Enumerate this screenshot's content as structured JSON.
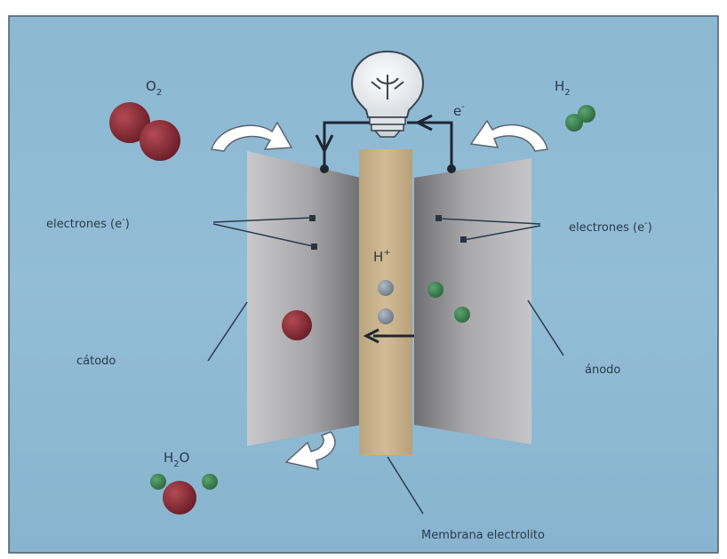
{
  "labels": {
    "o2_main": "O",
    "o2_sub": "2",
    "h2_main": "H",
    "h2_sub": "2",
    "electron_wire": "e",
    "electron_wire_sup": "-",
    "electrones_left": "electrones (e",
    "electrones_left_sup": "-",
    "electrones_left_close": ")",
    "electrones_right": "electrones (e",
    "electrones_right_sup": "-",
    "electrones_right_close": ")",
    "proton_main": "H",
    "proton_sup": "+",
    "catodo": "cátodo",
    "anodo": "ánodo",
    "water_main": "H",
    "water_sub": "2",
    "water_end": "O",
    "membrana": "Membrana electrolito"
  },
  "colors": {
    "background": "#8fb9d3",
    "electrode": "#a3a3a5",
    "membrane": "#cbb48d",
    "oxygen": "#8a2b34",
    "hydrogen": "#3f8a55",
    "proton": "#8a96a3",
    "wire": "#1e2630"
  },
  "icons": [
    "light-bulb-icon",
    "curved-arrow-icon",
    "electron-dot-icon"
  ]
}
